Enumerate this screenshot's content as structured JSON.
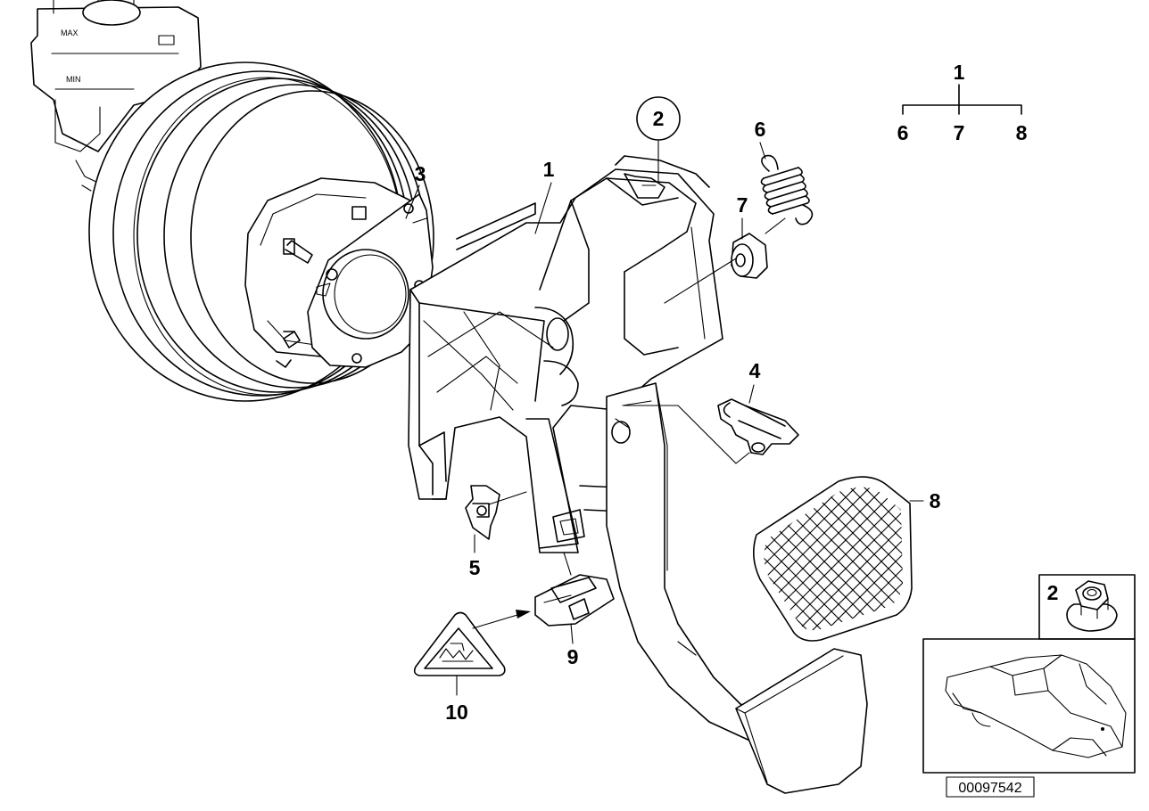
{
  "parts": {
    "p1": "1",
    "p2": "2",
    "p3": "3",
    "p4": "4",
    "p5": "5",
    "p6": "6",
    "p7": "7",
    "p8": "8",
    "p9": "9",
    "p10": "10"
  },
  "assembly_tree": {
    "parent": "1",
    "children": [
      "6",
      "7",
      "8"
    ]
  },
  "reservoir_marks": {
    "max": "MAX",
    "min": "MIN"
  },
  "inset_nut_label": "2",
  "figure_id": "00097542",
  "colors": {
    "line": "#000000",
    "background": "#ffffff"
  },
  "icons": [
    "brake-booster-icon",
    "pedal-bracket-icon",
    "brake-pedal-icon",
    "spring-icon",
    "bushing-icon",
    "pin-icon",
    "clip-icon",
    "switch-icon",
    "warning-triangle-icon",
    "pedal-pad-icon",
    "nut-icon",
    "car-silhouette-icon"
  ]
}
